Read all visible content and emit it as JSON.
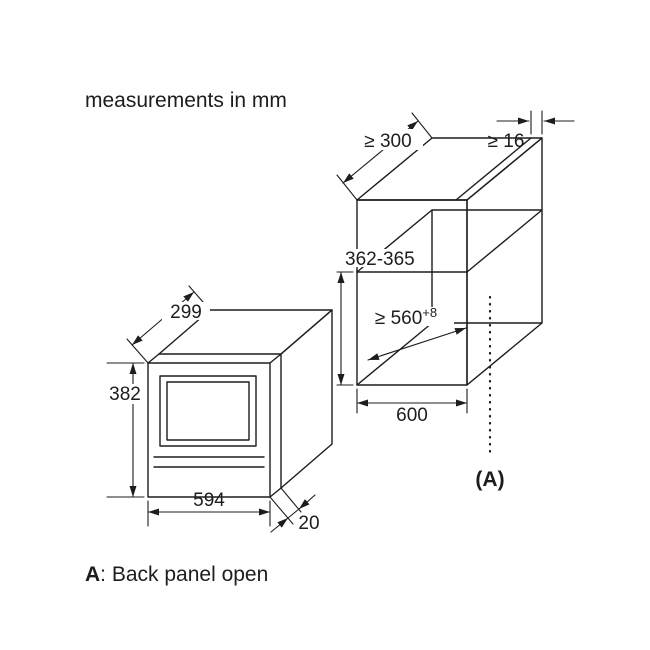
{
  "title": "measurements in mm",
  "footnote": {
    "bold": "A",
    "text": ": Back panel open"
  },
  "colors": {
    "line": "#1d1d1b",
    "background": "#ffffff"
  },
  "oven": {
    "depth": "299",
    "height": "382",
    "width": "594",
    "door_offset": "20"
  },
  "niche": {
    "min_depth": "≥ 300",
    "min_side_panel": "≥ 16",
    "height": "362-365",
    "min_width": "≥ 560",
    "min_width_tolerance": "+8",
    "cabinet_width": "600",
    "back_label": "(A)"
  }
}
